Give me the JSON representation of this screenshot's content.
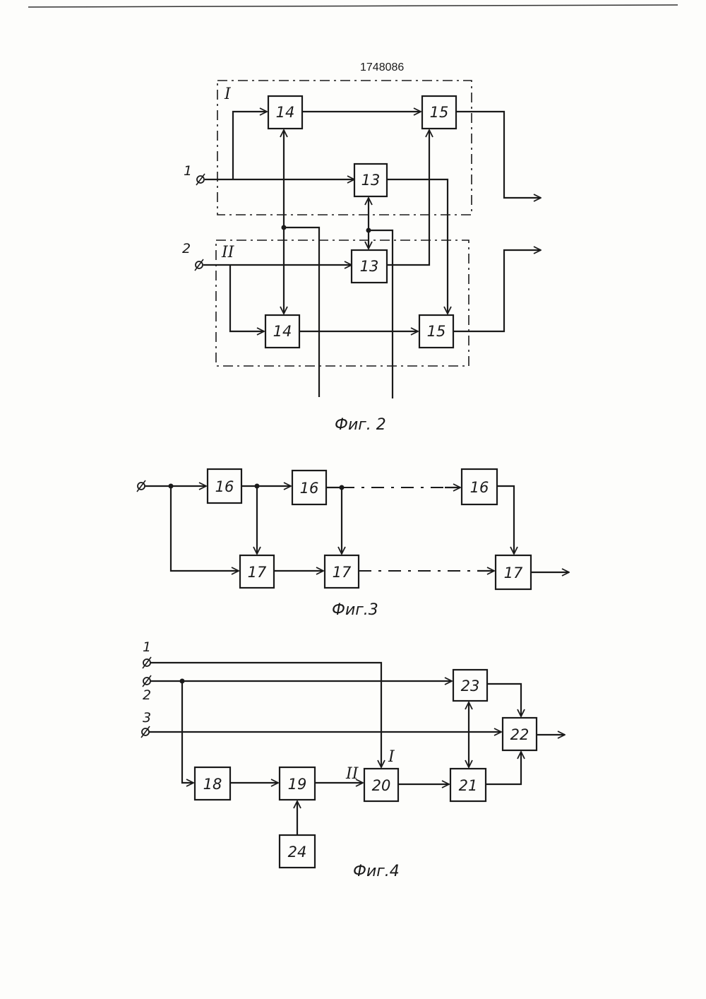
{
  "document_number": "1748086",
  "fig2": {
    "caption": "Фиг. 2",
    "group_I": "I",
    "group_II": "II",
    "input_1": "1",
    "input_2": "2",
    "blocks": {
      "b14_top": "14",
      "b15_top": "15",
      "b13_top": "13",
      "b13_bot": "13",
      "b14_bot": "14",
      "b15_bot": "15"
    }
  },
  "fig3": {
    "caption": "Фиг.3",
    "blocks": {
      "b16_a": "16",
      "b16_b": "16",
      "b16_c": "16",
      "b17_a": "17",
      "b17_b": "17",
      "b17_c": "17"
    }
  },
  "fig4": {
    "caption": "Фиг.4",
    "input_1": "1",
    "input_2": "2",
    "input_3": "3",
    "mark_I": "I",
    "mark_II": "II",
    "blocks": {
      "b18": "18",
      "b19": "19",
      "b20": "20",
      "b21": "21",
      "b22": "22",
      "b23": "23",
      "b24": "24"
    }
  }
}
